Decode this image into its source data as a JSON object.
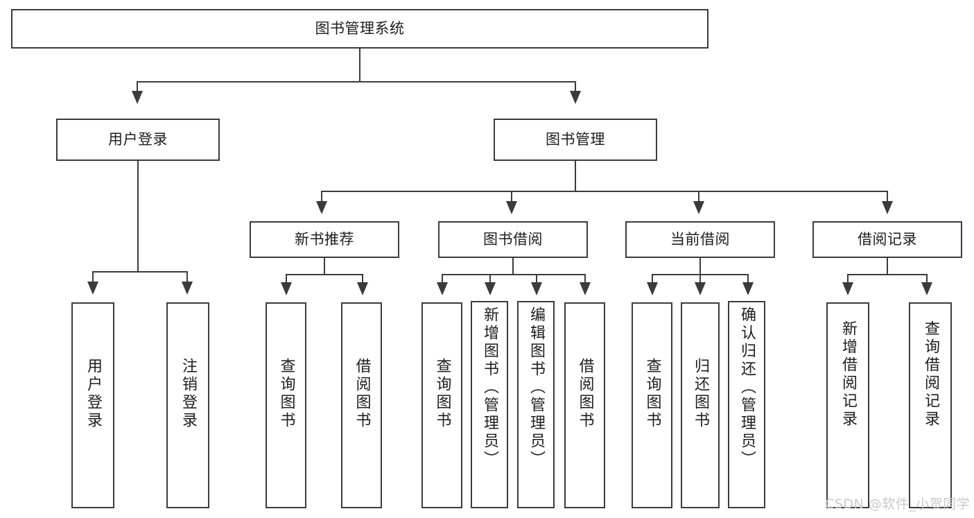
{
  "diagram": {
    "type": "tree-hierarchy-chart",
    "title": "图书管理系统",
    "orientation": "top-down",
    "box_fill": "#ffffff",
    "box_stroke": "#3b3b3b",
    "connector_color": "#3b3b3b",
    "background": "#ffffff"
  },
  "nodes": {
    "root": {
      "label": "图书管理系统",
      "level": 1
    },
    "level2": [
      {
        "id": "user-login",
        "label": "用户登录"
      },
      {
        "id": "book-manage",
        "label": "图书管理"
      }
    ],
    "level3": [
      {
        "id": "new-book-recommend",
        "label": "新书推荐"
      },
      {
        "id": "book-borrow",
        "label": "图书借阅"
      },
      {
        "id": "current-borrow",
        "label": "当前借阅"
      },
      {
        "id": "borrow-record",
        "label": "借阅记录"
      }
    ],
    "leaves": {
      "user-login": [
        {
          "id": "leaf-user-login",
          "label": "用户登录"
        },
        {
          "id": "leaf-logout",
          "label": "注销登录"
        }
      ],
      "new-book-recommend": [
        {
          "id": "leaf-query-book-1",
          "label": "查询图书"
        },
        {
          "id": "leaf-borrow-book-1",
          "label": "借阅图书"
        }
      ],
      "book-borrow": [
        {
          "id": "leaf-query-book-2",
          "label": "查询图书"
        },
        {
          "id": "leaf-add-book",
          "label": "新增图书（管理员）"
        },
        {
          "id": "leaf-edit-book",
          "label": "编辑图书（管理员）"
        },
        {
          "id": "leaf-borrow-book-2",
          "label": "借阅图书"
        }
      ],
      "current-borrow": [
        {
          "id": "leaf-query-book-3",
          "label": "查询图书"
        },
        {
          "id": "leaf-return-book",
          "label": "归还图书"
        },
        {
          "id": "leaf-confirm-return",
          "label": "确认归还（管理员）"
        }
      ],
      "borrow-record": [
        {
          "id": "leaf-add-record",
          "label": "新增借阅记录"
        },
        {
          "id": "leaf-query-record",
          "label": "查询借阅记录"
        }
      ]
    }
  },
  "watermark": {
    "text": "CSDN @软件_小贺同学",
    "color": "#c9c9c9"
  }
}
